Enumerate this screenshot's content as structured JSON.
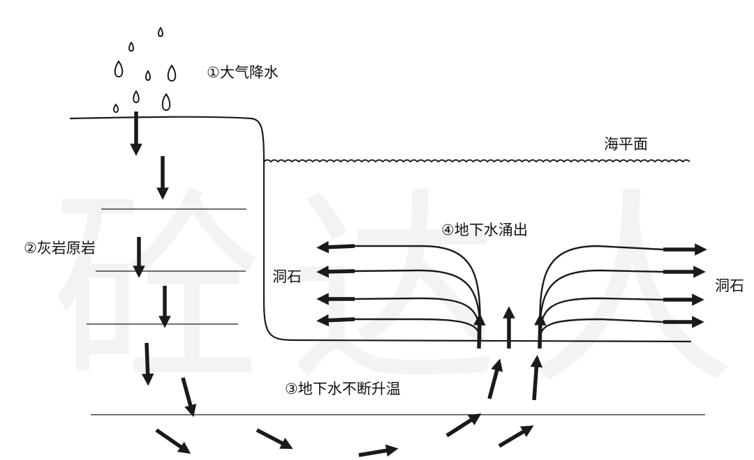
{
  "labels": {
    "step1": "①大气降水",
    "step2": "②灰岩原岩",
    "step3": "③地下水不断升温",
    "step4": "④地下水涌出",
    "sea_level": "海平面",
    "cave_left": "洞石",
    "cave_right": "洞石"
  },
  "watermark": "砼达人",
  "colors": {
    "ink": "#1a1a1a",
    "watermark": "#f3f3f3"
  }
}
